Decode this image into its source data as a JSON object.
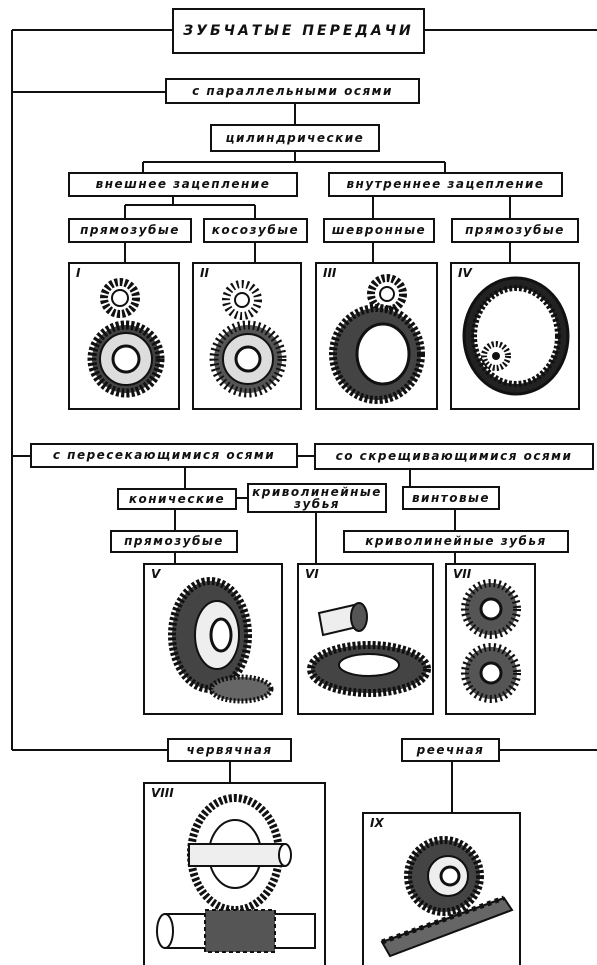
{
  "title": "ЗУБЧАТЫЕ ПЕРЕДАЧИ",
  "parallel": {
    "label": "с параллельными осями",
    "cylindrical": "цилиндрические",
    "external": "внешнее зацепление",
    "internal": "внутреннее зацепление",
    "spur_ext": "прямозубые",
    "helical": "косозубые",
    "herringbone": "шевронные",
    "spur_int": "прямозубые"
  },
  "intersecting": {
    "label": "с пересекающимися осями",
    "bevel": "конические",
    "curved": "криволинейные зубья",
    "spur": "прямозубые"
  },
  "crossing": {
    "label": "со скрещивающимися осями",
    "screw": "винтовые",
    "curved": "криволинейные зубья"
  },
  "worm": "червячная",
  "rack": "реечная",
  "figures": [
    "I",
    "II",
    "III",
    "IV",
    "V",
    "VI",
    "VII",
    "VIII",
    "IX"
  ],
  "icons": {
    "I": "spur-gear-pair-icon",
    "II": "helical-gear-pair-icon",
    "III": "herringbone-gear-pair-icon",
    "IV": "internal-gear-pair-icon",
    "V": "straight-bevel-gear-pair-icon",
    "VI": "hypoid-gear-pair-icon",
    "VII": "crossed-helical-gear-pair-icon",
    "VIII": "worm-gear-icon",
    "IX": "rack-and-pinion-icon"
  }
}
